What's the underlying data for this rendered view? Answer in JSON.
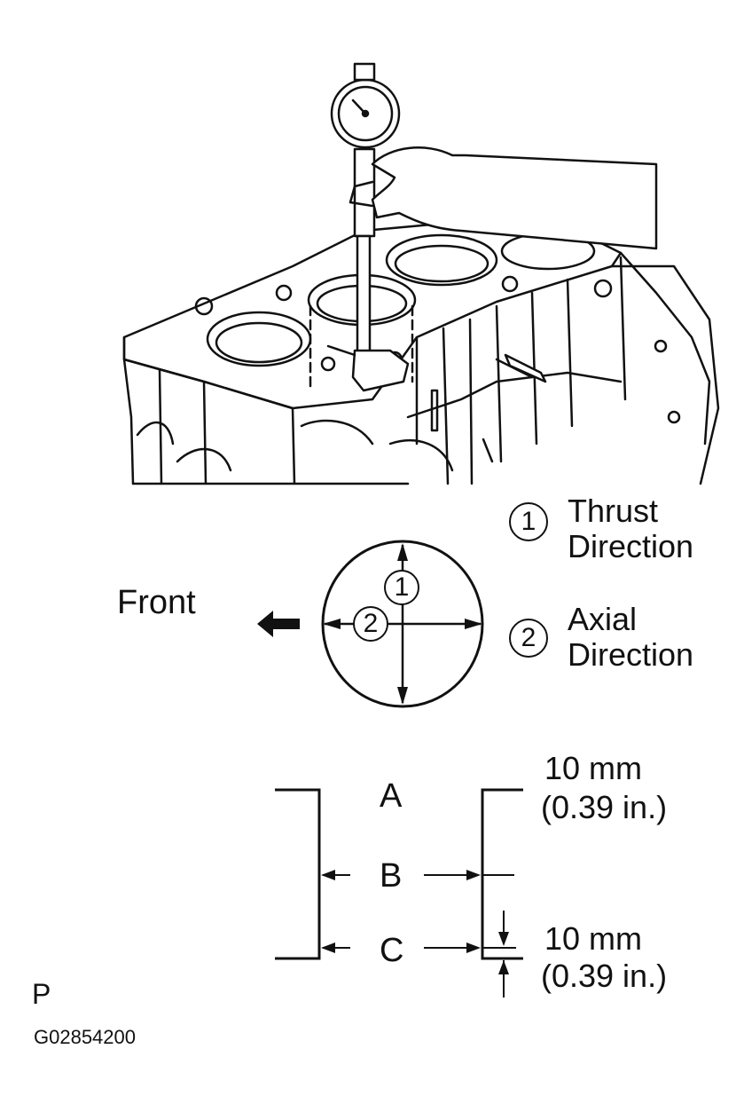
{
  "legend": {
    "thrust": {
      "number": "1",
      "line1": "Thrust",
      "line2": "Direction"
    },
    "axial": {
      "number": "2",
      "line1": "Axial",
      "line2": "Direction"
    }
  },
  "circle_diagram": {
    "front_label": "Front",
    "mark_thrust": "1",
    "mark_axial": "2"
  },
  "bore_levels": {
    "level_a": "A",
    "level_b": "B",
    "level_c": "C",
    "top_offset_value": "10 mm",
    "top_offset_inch": "(0.39 in.)",
    "bottom_offset_value": "10 mm",
    "bottom_offset_inch": "(0.39 in.)"
  },
  "footer": {
    "code_letter": "P",
    "figure_id": "G02854200"
  }
}
